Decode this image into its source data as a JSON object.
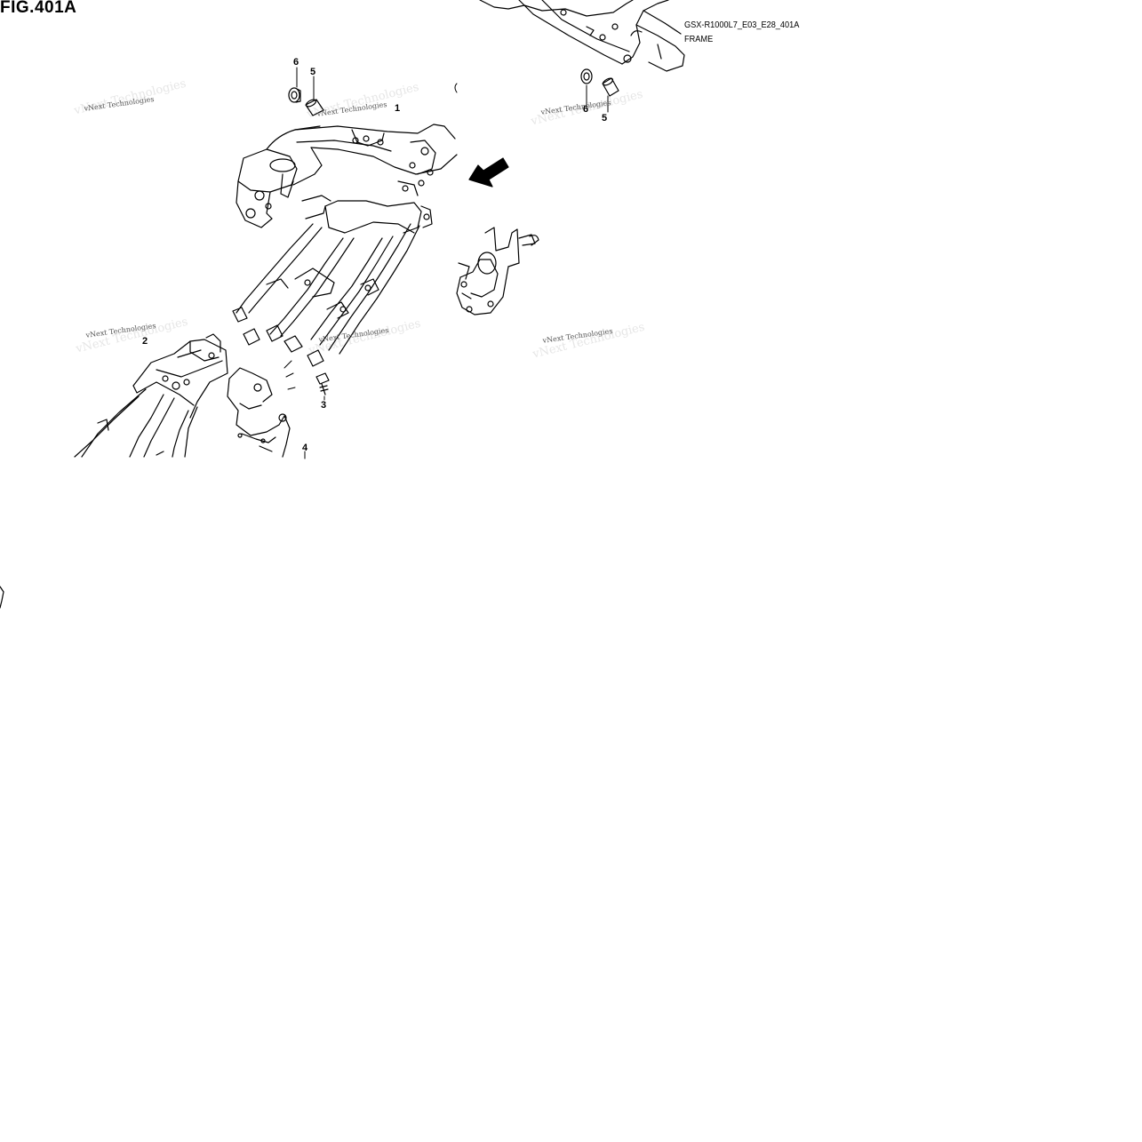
{
  "figure": {
    "title": "FIG.401A",
    "model_code": "GSX-R1000L7_E03_E28_401A",
    "section": "FRAME",
    "direction_label": "FWD"
  },
  "callouts": [
    "1",
    "2",
    "3",
    "4",
    "5",
    "6",
    "5",
    "6"
  ],
  "watermark": "vNext Technologies"
}
